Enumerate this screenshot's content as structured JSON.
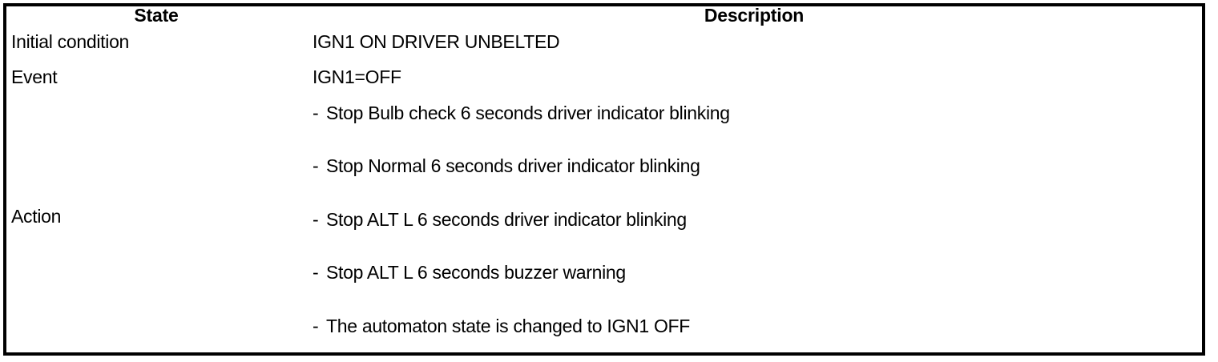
{
  "table": {
    "columns": [
      {
        "key": "state",
        "header": "State"
      },
      {
        "key": "description",
        "header": "Description"
      }
    ],
    "rows": [
      {
        "state": "Initial condition",
        "description": "IGN1 ON DRIVER UNBELTED"
      },
      {
        "state": "Event",
        "description": "IGN1=OFF"
      }
    ],
    "action_row": {
      "state": "Action",
      "bullet_marker": "-",
      "items": [
        "Stop Bulb check 6 seconds driver indicator blinking",
        "Stop Normal 6 seconds driver indicator blinking",
        "Stop ALT L 6 seconds driver indicator blinking",
        "Stop ALT L 6 seconds buzzer warning",
        "The automaton state is changed to IGN1 OFF"
      ]
    }
  },
  "colors": {
    "border": "#000000",
    "text": "#000000",
    "background": "#ffffff"
  }
}
